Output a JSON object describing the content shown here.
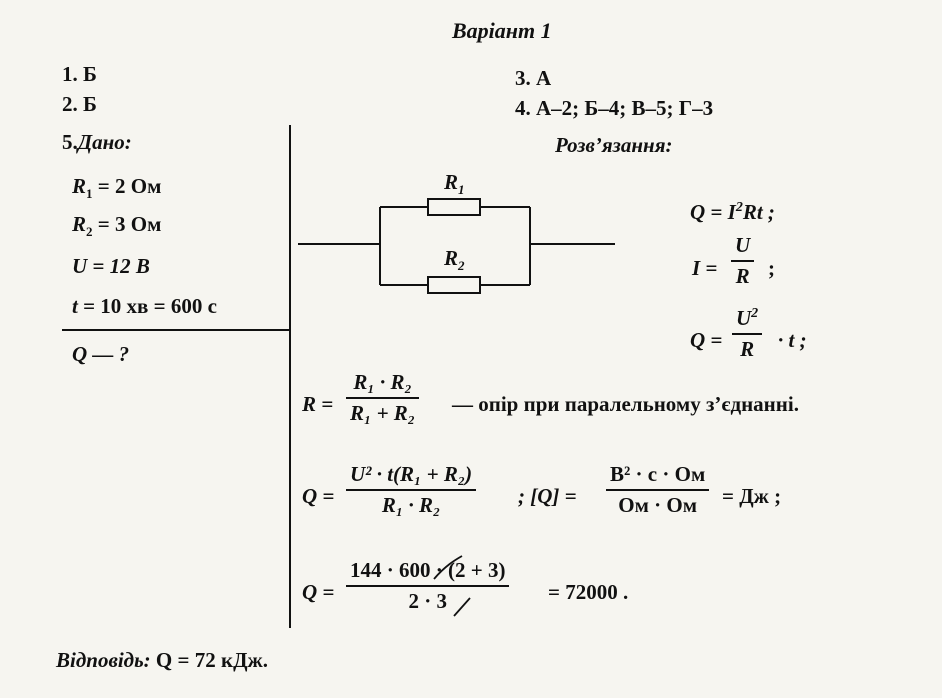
{
  "header": {
    "title": "Варіант 1"
  },
  "answers": {
    "a1": "1. Б",
    "a2": "2. Б",
    "a3": "3. А",
    "a4": "4. А–2; Б–4; В–5; Г–3"
  },
  "given": {
    "label_num": "5.",
    "label": "Дано:",
    "r1_sym": "R",
    "r1_sub": "1",
    "r1_val": "= 2  Ом",
    "r2_sym": "R",
    "r2_sub": "2",
    "r2_val": "= 3  Ом",
    "u": "U = 12  В",
    "t_sym": "t",
    "t_val": "= 10  хв = 600 с",
    "find": "Q  — ?"
  },
  "solution": {
    "heading": "Розв’язання:",
    "circuit": {
      "r1_label": "R",
      "r1_sub": "1",
      "r2_label": "R",
      "r2_sub": "2"
    },
    "f1": {
      "lhs": "Q = I",
      "exp": "2",
      "rhs": "Rt ;"
    },
    "f2": {
      "lhs": "I =",
      "num": "U",
      "den": "R",
      "tail": ";"
    },
    "f3": {
      "lhs": "Q =",
      "num_base": "U",
      "num_exp": "2",
      "den": "R",
      "tail": "· t ;"
    },
    "f4": {
      "lhs": "R =",
      "num": "R₁ · R₂",
      "den": "R₁ + R₂",
      "tail": "— опір при паралельному з’єднанні."
    },
    "f5": {
      "lhs": "Q =",
      "num": "U² · t(R₁ + R₂)",
      "den": "R₁ · R₂",
      "sep": "; [Q] =",
      "unit_num": "В² · с · Ом",
      "unit_den": "Ом · Ом",
      "tail": "= Дж ;"
    },
    "f6": {
      "lhs": "Q =",
      "num_a": "144 ·",
      "num_b": "600",
      "num_c": "· (2 + 3)",
      "den_a": "2 ·",
      "den_b": "3",
      "tail": "= 72000 ."
    }
  },
  "answer": {
    "label": "Відповідь:",
    "value": "Q = 72  кДж."
  }
}
